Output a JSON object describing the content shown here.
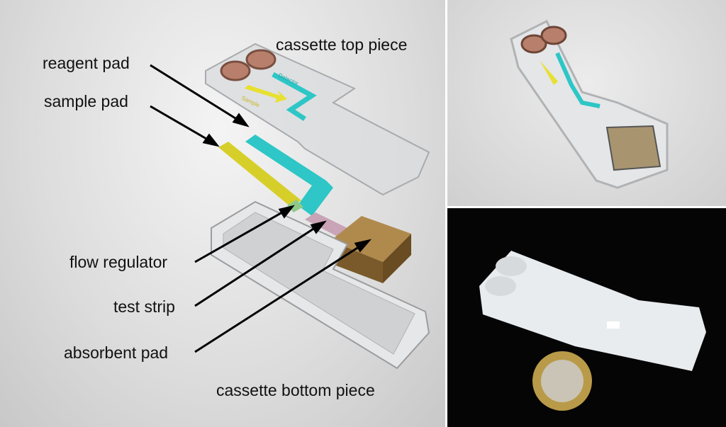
{
  "labels": {
    "top_piece": "cassette top piece",
    "reagent_pad": "reagent pad",
    "sample_pad": "sample pad",
    "flow_regulator": "flow regulator",
    "test_strip": "test strip",
    "absorbent_pad": "absorbent pad",
    "bottom_piece": "cassette bottom piece"
  },
  "device_text": {
    "sample": "Sample",
    "detector": "Detector"
  },
  "colors": {
    "reagent": "#2ec6c6",
    "sample": "#d6cf2a",
    "absorbent": "#8a6a34",
    "strip": "#c9a3b6",
    "wells": "#b8806c"
  }
}
